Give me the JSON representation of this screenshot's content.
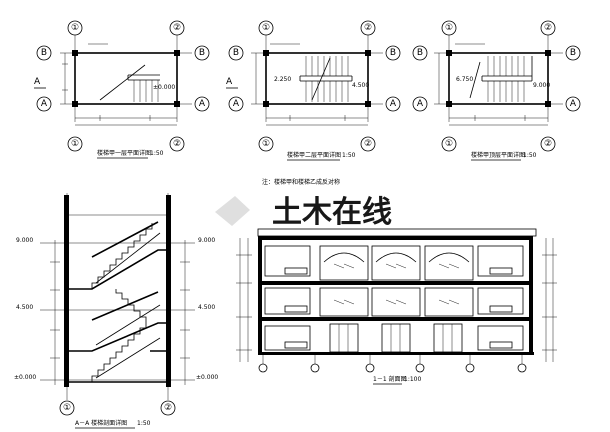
{
  "plans": [
    {
      "title": "楼梯甲一层平面详图",
      "scale": "1:50",
      "level": "±0.000"
    },
    {
      "title": "楼梯甲二层平面详图",
      "scale": "1:50",
      "levels": [
        "2.250",
        "4.500"
      ]
    },
    {
      "title": "楼梯甲顶层平面详图",
      "scale": "1:50",
      "levels": [
        "6.750",
        "9.000"
      ]
    }
  ],
  "axes": {
    "a": "A",
    "b": "B",
    "one": "①",
    "two": "②"
  },
  "section_mark": "A",
  "note": "注：楼梯甲和楼梯乙成反对称",
  "section_aa": {
    "title": "A－A 楼梯剖面详图",
    "scale": "1:50",
    "levels": [
      "9.000",
      "4.500",
      "±0.000"
    ]
  },
  "section_11": {
    "title": "1－1 剖面图",
    "scale": "1:100"
  },
  "watermark": "土木在线"
}
